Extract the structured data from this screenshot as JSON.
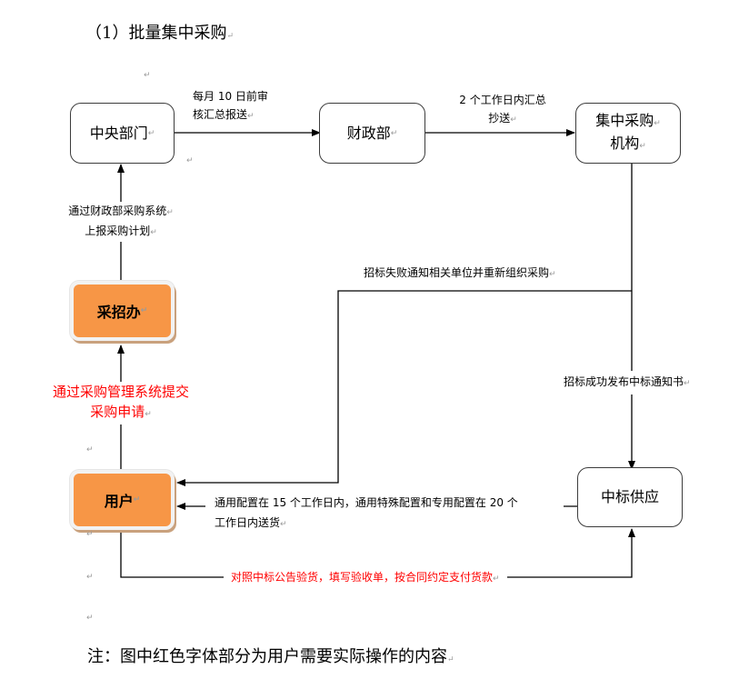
{
  "title": "（1）批量集中采购",
  "nodes": {
    "central_dept": "中央部门",
    "finance": "财政部",
    "purchasing_agency_line1": "集中采购",
    "purchasing_agency_line2": "机构",
    "procurement_office": "采招办",
    "user": "用户",
    "winning_supplier": "中标供应"
  },
  "edges": {
    "central_to_finance_line1": "每月 10 日前审",
    "central_to_finance_line2": "核汇总报送",
    "finance_to_agency_line1": "2 个工作日内汇总",
    "finance_to_agency_line2": "抄送",
    "office_to_central_line1": "通过财政部采购系统",
    "office_to_central_line2": "上报采购计划",
    "user_to_office_line1": "通过采购管理系统提交",
    "user_to_office_line2": "采购申请",
    "agency_fail_to_user": "招标失败通知相关单位并重新组织采购",
    "agency_success_to_supplier": "招标成功发布中标通知书",
    "supplier_to_user_line1": "通用配置在 15 个工作日内，通用特殊配置和专用配置在 20 个",
    "supplier_to_user_line2": "工作日内送货",
    "user_to_supplier": "对照中标公告验货，填写验收单，按合同约定支付货款"
  },
  "note": "注：图中红色字体部分为用户需要实际操作的内容",
  "paragraph_mark": "↵",
  "colors": {
    "user_action_text": "#ff0000",
    "highlight_box": "#f79646",
    "line": "#000000"
  }
}
